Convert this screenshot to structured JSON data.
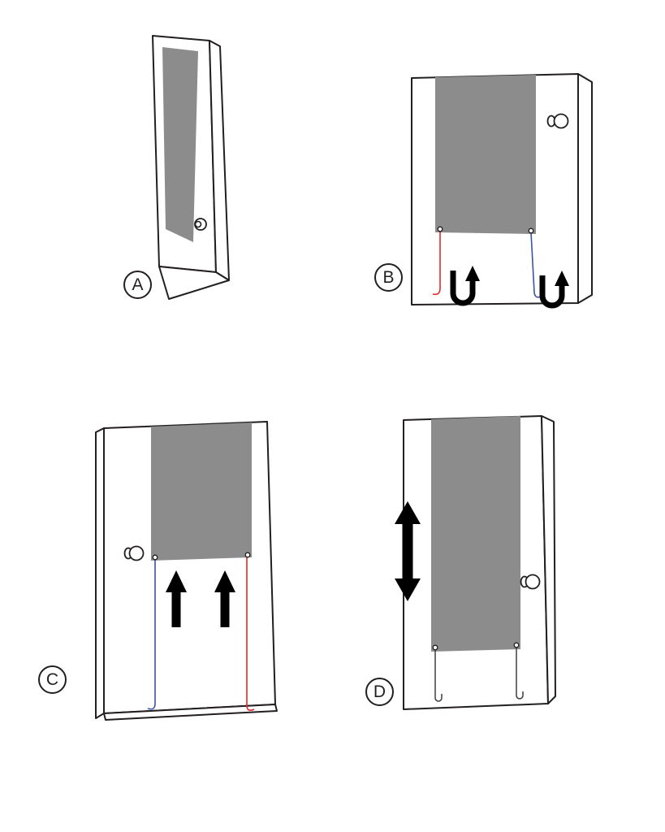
{
  "diagram": {
    "panels": [
      {
        "label": "A"
      },
      {
        "label": "B"
      },
      {
        "label": "C"
      },
      {
        "label": "D"
      }
    ],
    "colors": {
      "background": "#ffffff",
      "outline": "#231f20",
      "panel_gray": "#8c8c8c",
      "wire_red": "#e8262a",
      "wire_blue": "#3a53a4",
      "wire_dark": "#3f3f3f",
      "arrow_black": "#000000"
    }
  }
}
